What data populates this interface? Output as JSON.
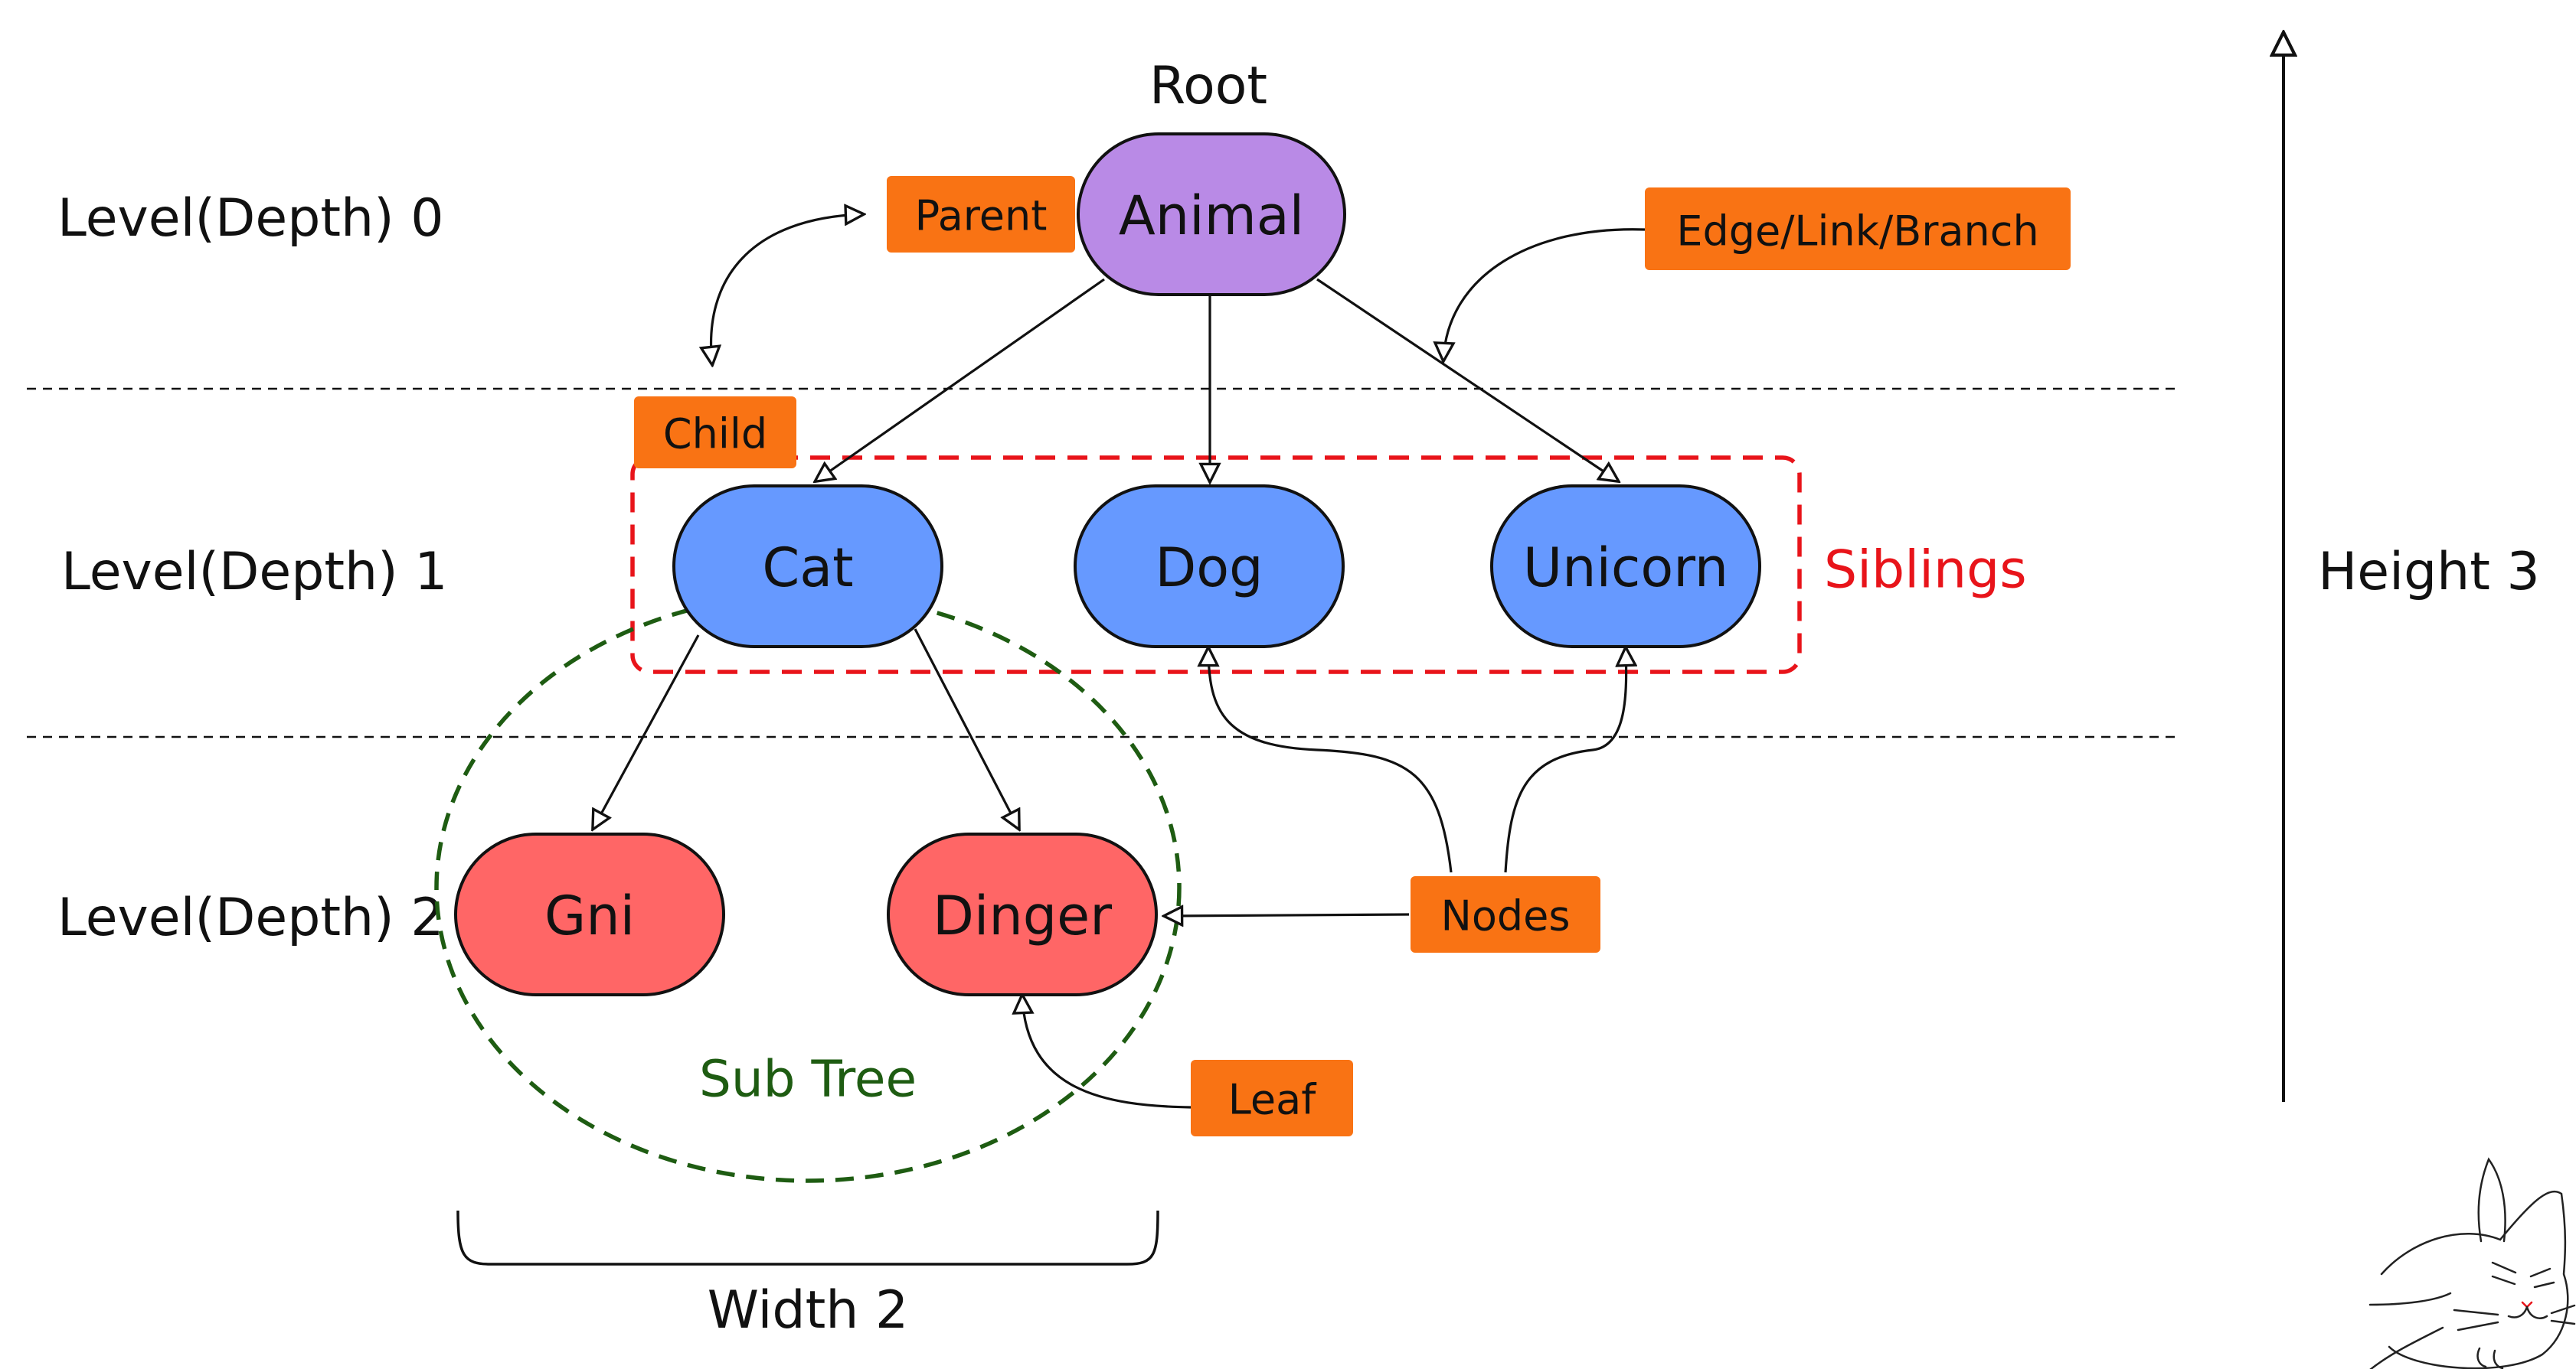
{
  "title": "Root",
  "levels": [
    {
      "label": "Level(Depth) 0"
    },
    {
      "label": "Level(Depth) 1"
    },
    {
      "label": "Level(Depth) 2"
    }
  ],
  "nodes": {
    "animal": {
      "label": "Animal",
      "color": "#b98ae6"
    },
    "cat": {
      "label": "Cat",
      "color": "#6699ff"
    },
    "dog": {
      "label": "Dog",
      "color": "#6699ff"
    },
    "unicorn": {
      "label": "Unicorn",
      "color": "#6699ff"
    },
    "gni": {
      "label": "Gni",
      "color": "#ff6666"
    },
    "dinger": {
      "label": "Dinger",
      "color": "#ff6666"
    }
  },
  "edges": [
    {
      "from": "Animal",
      "to": "Cat"
    },
    {
      "from": "Animal",
      "to": "Dog"
    },
    {
      "from": "Animal",
      "to": "Unicorn"
    },
    {
      "from": "Cat",
      "to": "Gni"
    },
    {
      "from": "Cat",
      "to": "Dinger"
    }
  ],
  "tags": {
    "parent": "Parent",
    "child": "Child",
    "edge": "Edge/Link/Branch",
    "nodes": "Nodes",
    "leaf": "Leaf",
    "color": "#f97314"
  },
  "siblings": {
    "label": "Siblings",
    "color": "#e8141a"
  },
  "subtree": {
    "label": "Sub Tree",
    "color": "#1e5c12"
  },
  "width_label": "Width 2",
  "height_label": "Height 3",
  "icons": [
    "cat-doodle-icon"
  ]
}
